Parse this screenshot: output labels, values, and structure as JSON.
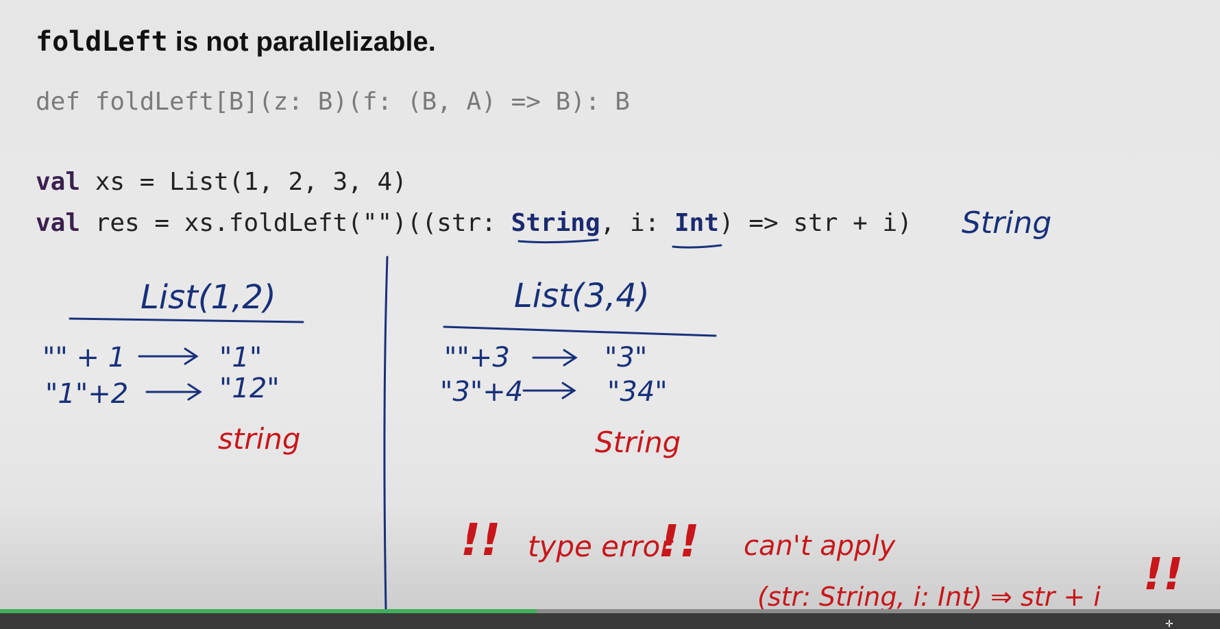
{
  "slide": {
    "title_code": "foldLeft",
    "title_rest": " is not parallelizable.",
    "signature": "def foldLeft[B](z: B)(f: (B, A) => B): B",
    "line1": {
      "kw": "val",
      "rest": " xs = List(1, 2, 3, 4)"
    },
    "line2": {
      "kw": "val",
      "part_a": " res = xs.foldLeft(\"\")((str: ",
      "type_a": "String",
      "part_b": ", i: ",
      "type_b": "Int",
      "part_c": ") => str + i)"
    }
  },
  "annotations": {
    "result_type": "String",
    "left_header": "List(1,2)",
    "left_step1_lhs": "\"\" + 1",
    "left_step1_rhs": "\"1\"",
    "left_step2_lhs": "\"1\"+2",
    "left_step2_rhs": "\"12\"",
    "left_type": "string",
    "right_header": "List(3,4)",
    "right_step1_lhs": "\"\"+3",
    "right_step1_rhs": "\"3\"",
    "right_step2_lhs": "\"3\"+4",
    "right_step2_rhs": "\"34\"",
    "right_type": "String",
    "error_marks_left": "!!",
    "error_text": "type error",
    "error_marks_right": "!!",
    "cant_apply": "can't apply",
    "cant_apply_expr": "(str: String, i: Int) ⇒ str + i",
    "error_marks_far": "!!"
  },
  "player": {
    "progress": 0.44
  },
  "colors": {
    "blue_ink": "#17307a",
    "red_ink": "#c8161a",
    "progress": "#3fae5a"
  }
}
